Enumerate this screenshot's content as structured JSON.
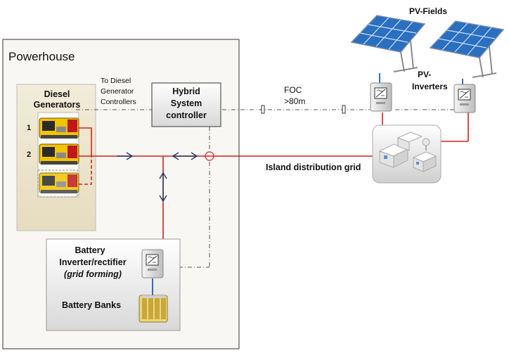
{
  "powerhouse": {
    "title": "Powerhouse"
  },
  "diesel": {
    "title_line1": "Diesel",
    "title_line2": "Generators",
    "num1": "1",
    "num2": "2"
  },
  "note": {
    "line1": "To Diesel",
    "line2": "Generator",
    "line3": "Controllers"
  },
  "controller": {
    "line1": "Hybrid",
    "line2": "System",
    "line3": "controller"
  },
  "foc": {
    "line1": "FOC",
    "line2": ">80m"
  },
  "pv": {
    "fields_label": "PV-Fields",
    "inverters_line1": "PV-",
    "inverters_line2": "Inverters"
  },
  "grid": {
    "label": "Island distribution grid"
  },
  "battery": {
    "line1": "Battery",
    "line2": "Inverter/rectifier",
    "line3": "(grid forming)",
    "banks_label": "Battery Banks"
  },
  "colors": {
    "power_line": "#d42020",
    "comm_line": "#555555",
    "arrow": "#2a3a66",
    "panel_blue": "#2a6fc0"
  },
  "icons": [
    "diesel-generator-icon",
    "solar-panel-icon",
    "inverter-icon",
    "village-icon",
    "battery-icon"
  ]
}
